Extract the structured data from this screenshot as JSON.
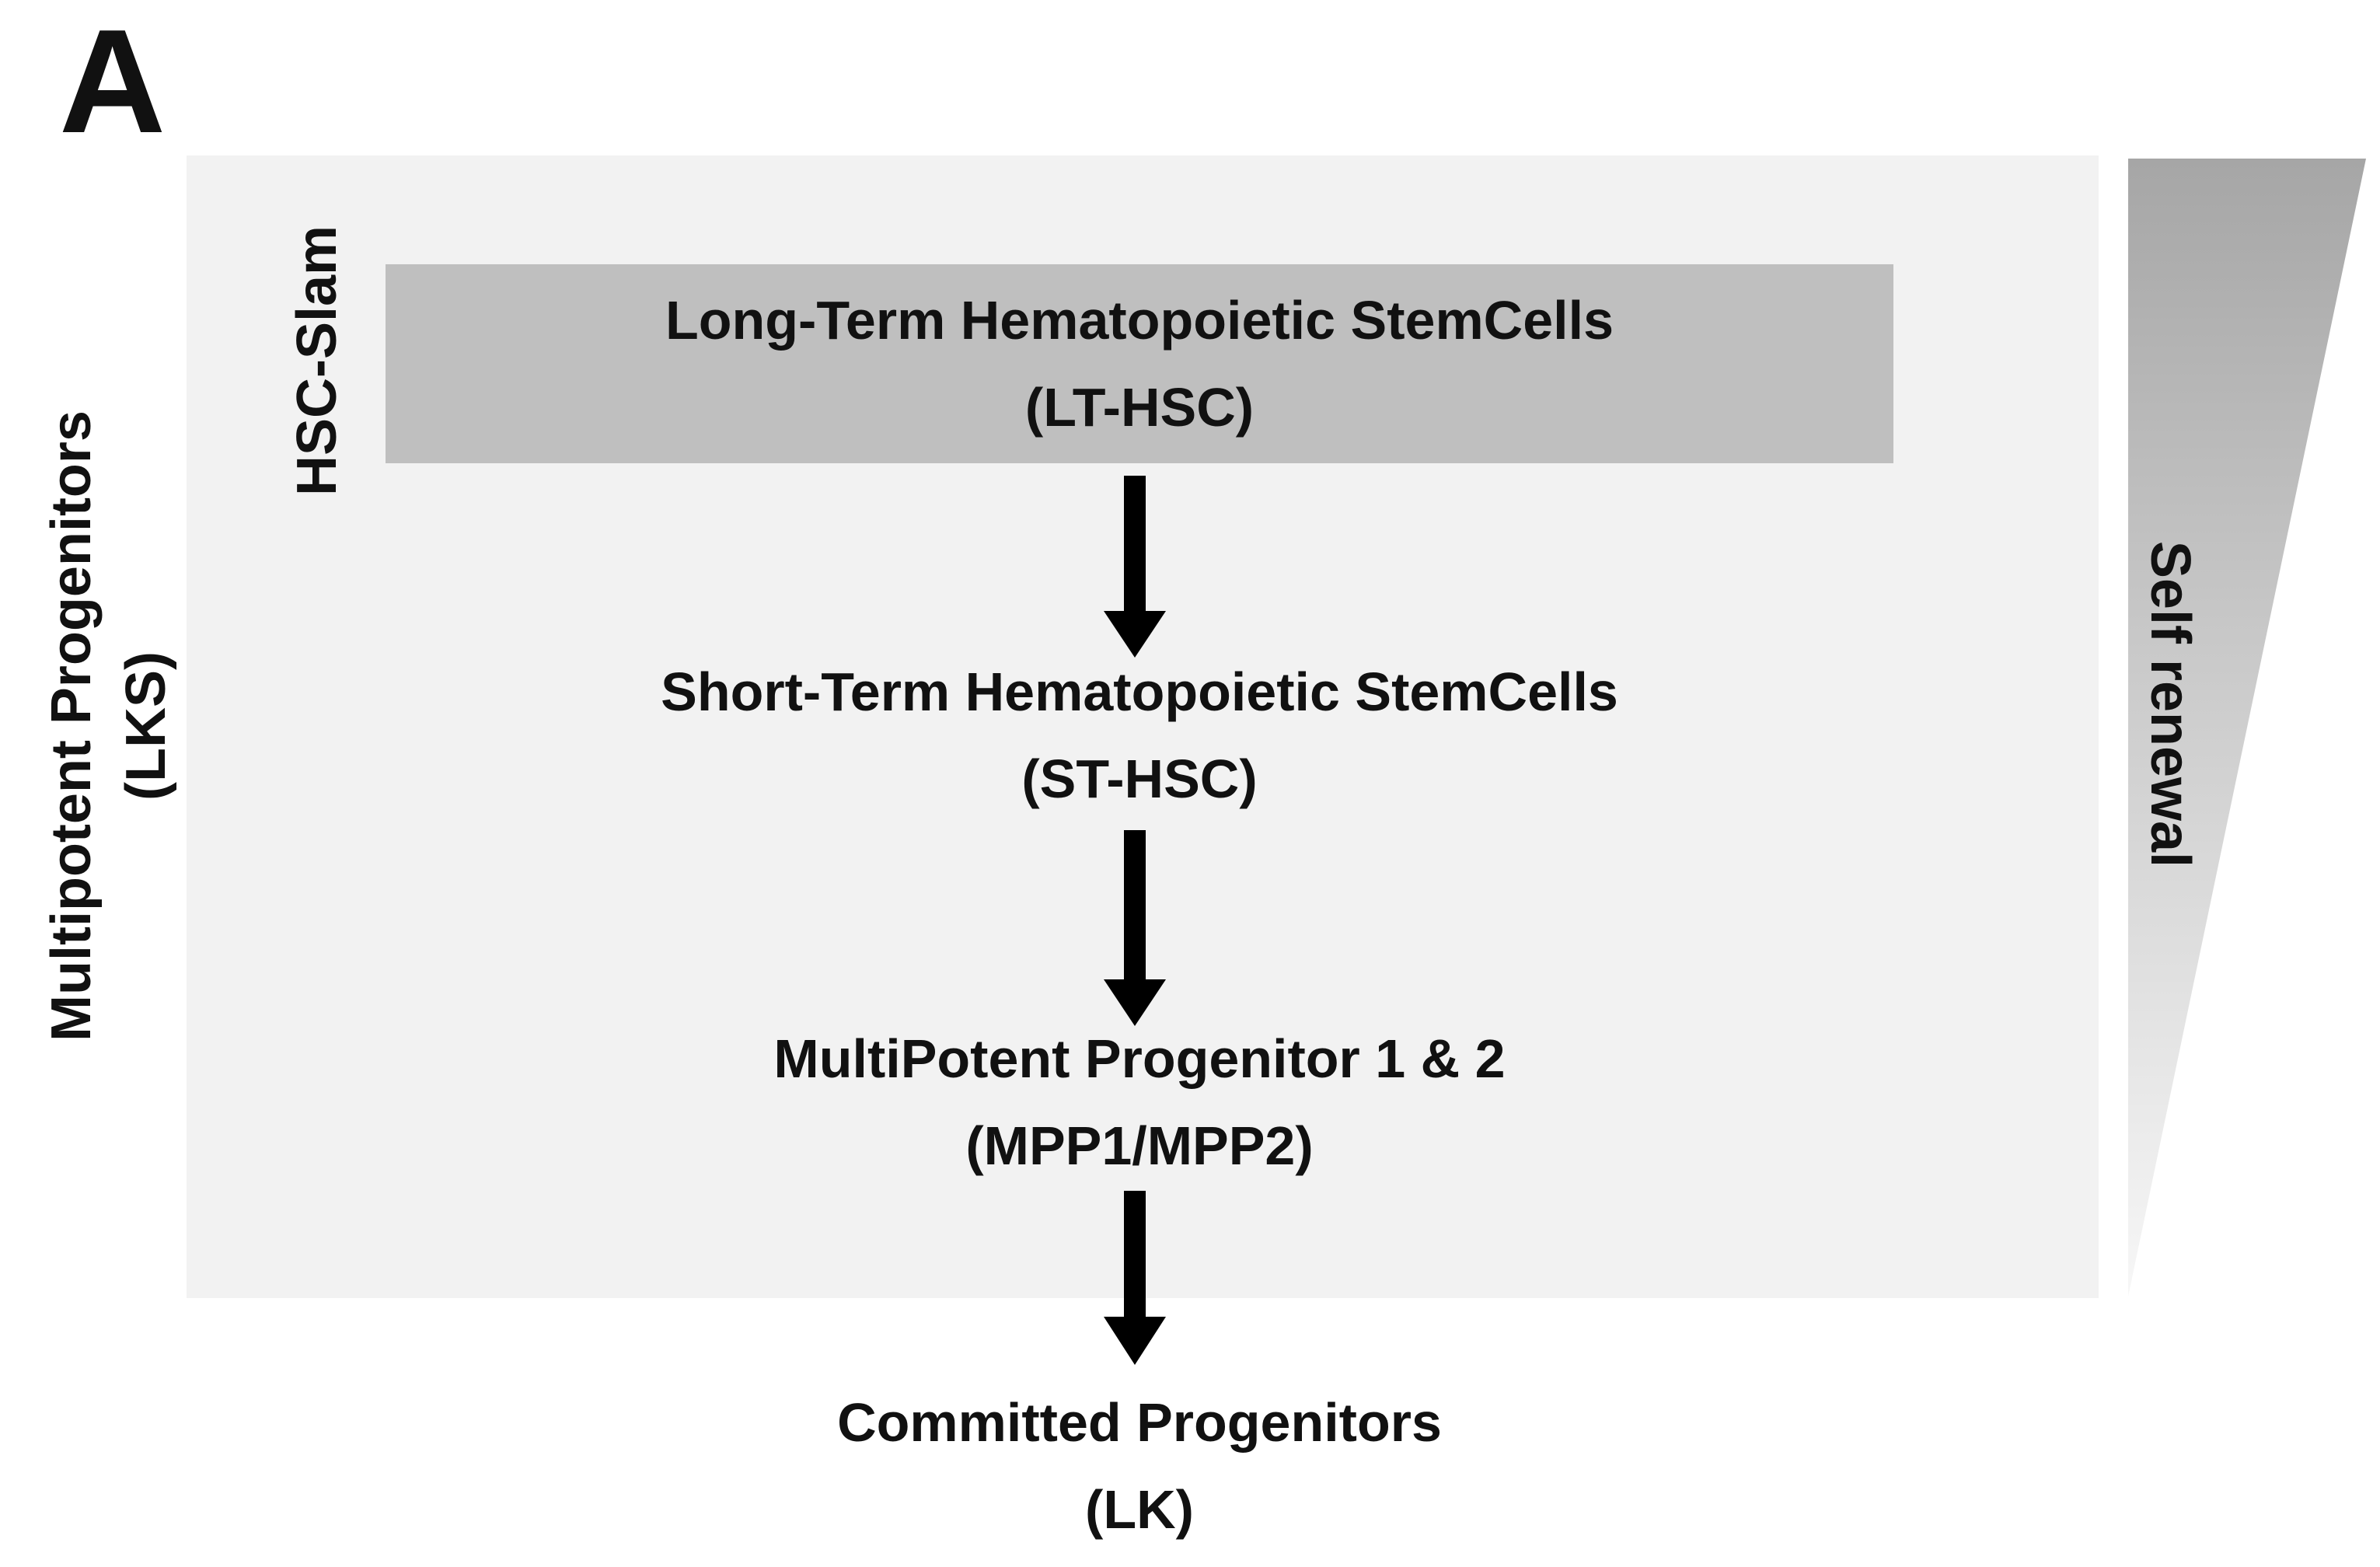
{
  "figure": {
    "panel_letter": "A"
  },
  "regions": {
    "lks_label": {
      "line1": "Multipotent Progenitors",
      "line2": "(LKS)"
    },
    "hsc_slam_label": "HSC-Slam",
    "self_renewal_label": "Self renewal"
  },
  "nodes": [
    {
      "id": "lt-hsc",
      "name": "Long-Term Hematopoietic StemCells",
      "abbr": "(LT-HSC)"
    },
    {
      "id": "st-hsc",
      "name": "Short-Term Hematopoietic StemCells",
      "abbr": "(ST-HSC)"
    },
    {
      "id": "mpp",
      "name": "MultiPotent Progenitor 1 & 2",
      "abbr": "(MPP1/MPP2)"
    },
    {
      "id": "committed",
      "name": "Committed Progenitors",
      "abbr": "(LK)"
    }
  ],
  "edges": [
    {
      "from": "lt-hsc",
      "to": "st-hsc"
    },
    {
      "from": "st-hsc",
      "to": "mpp"
    },
    {
      "from": "mpp",
      "to": "committed"
    }
  ],
  "colors": {
    "lks_region_fill": "#f2f2f2",
    "lt_box_fill": "#bfbfbf",
    "arrow": "#000000",
    "gradient_top": "#a6a6a6",
    "gradient_bottom": "#f7f7f7",
    "text": "#111111"
  }
}
